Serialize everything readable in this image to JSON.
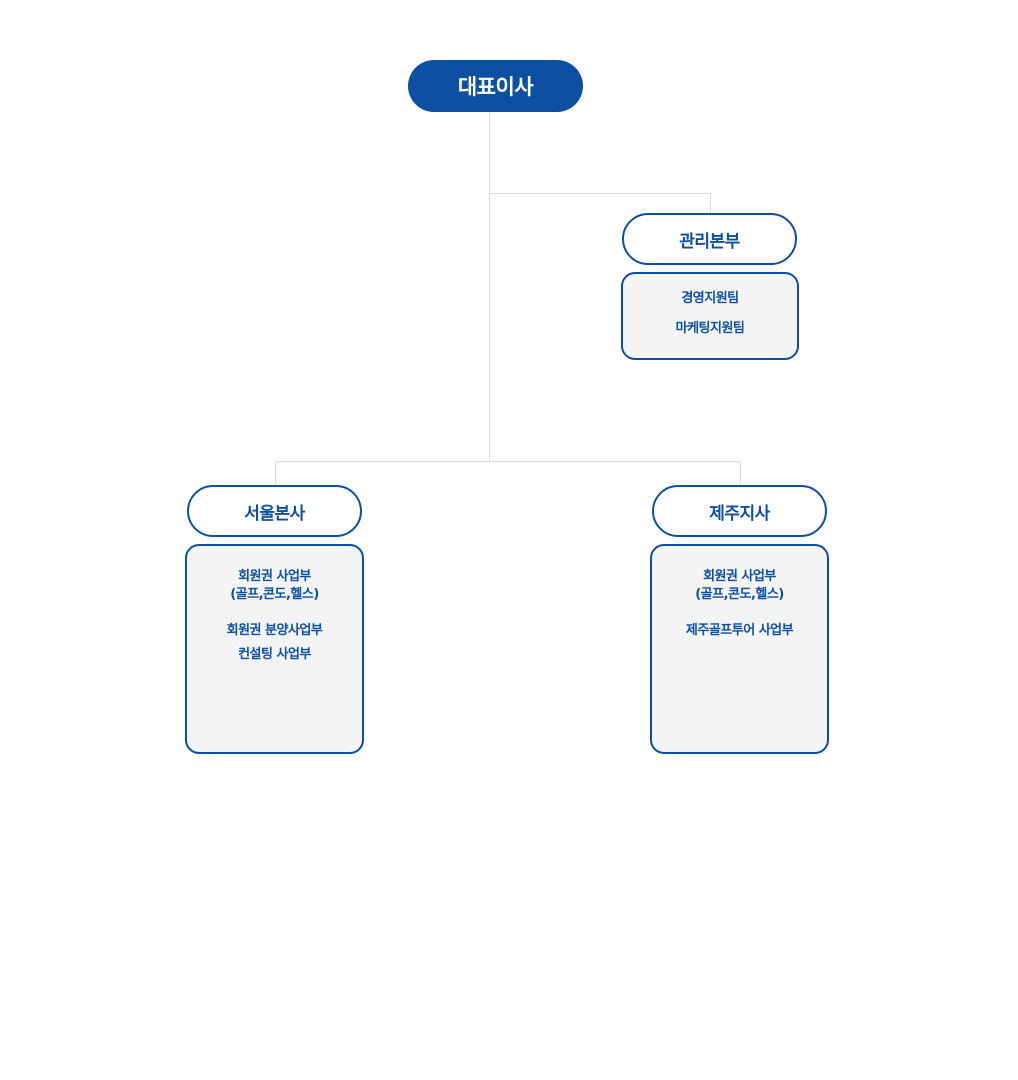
{
  "colors": {
    "primary": "#0d4fa2",
    "connector": "#d8dbe0",
    "box_fill": "#f4f4f4"
  },
  "ceo": {
    "label": "대표이사"
  },
  "admin": {
    "label": "관리본부",
    "teams": [
      "경영지원팀",
      "마케팅지원팀"
    ]
  },
  "seoul": {
    "label": "서울본사",
    "units": [
      "회원권 사업부",
      "(골프,콘도,헬스)",
      "회원권 분양사업부",
      "컨설팅 사업부"
    ]
  },
  "jeju": {
    "label": "제주지사",
    "units": [
      "회원권 사업부",
      "(골프,콘도,헬스)",
      "제주골프투어 사업부"
    ]
  }
}
